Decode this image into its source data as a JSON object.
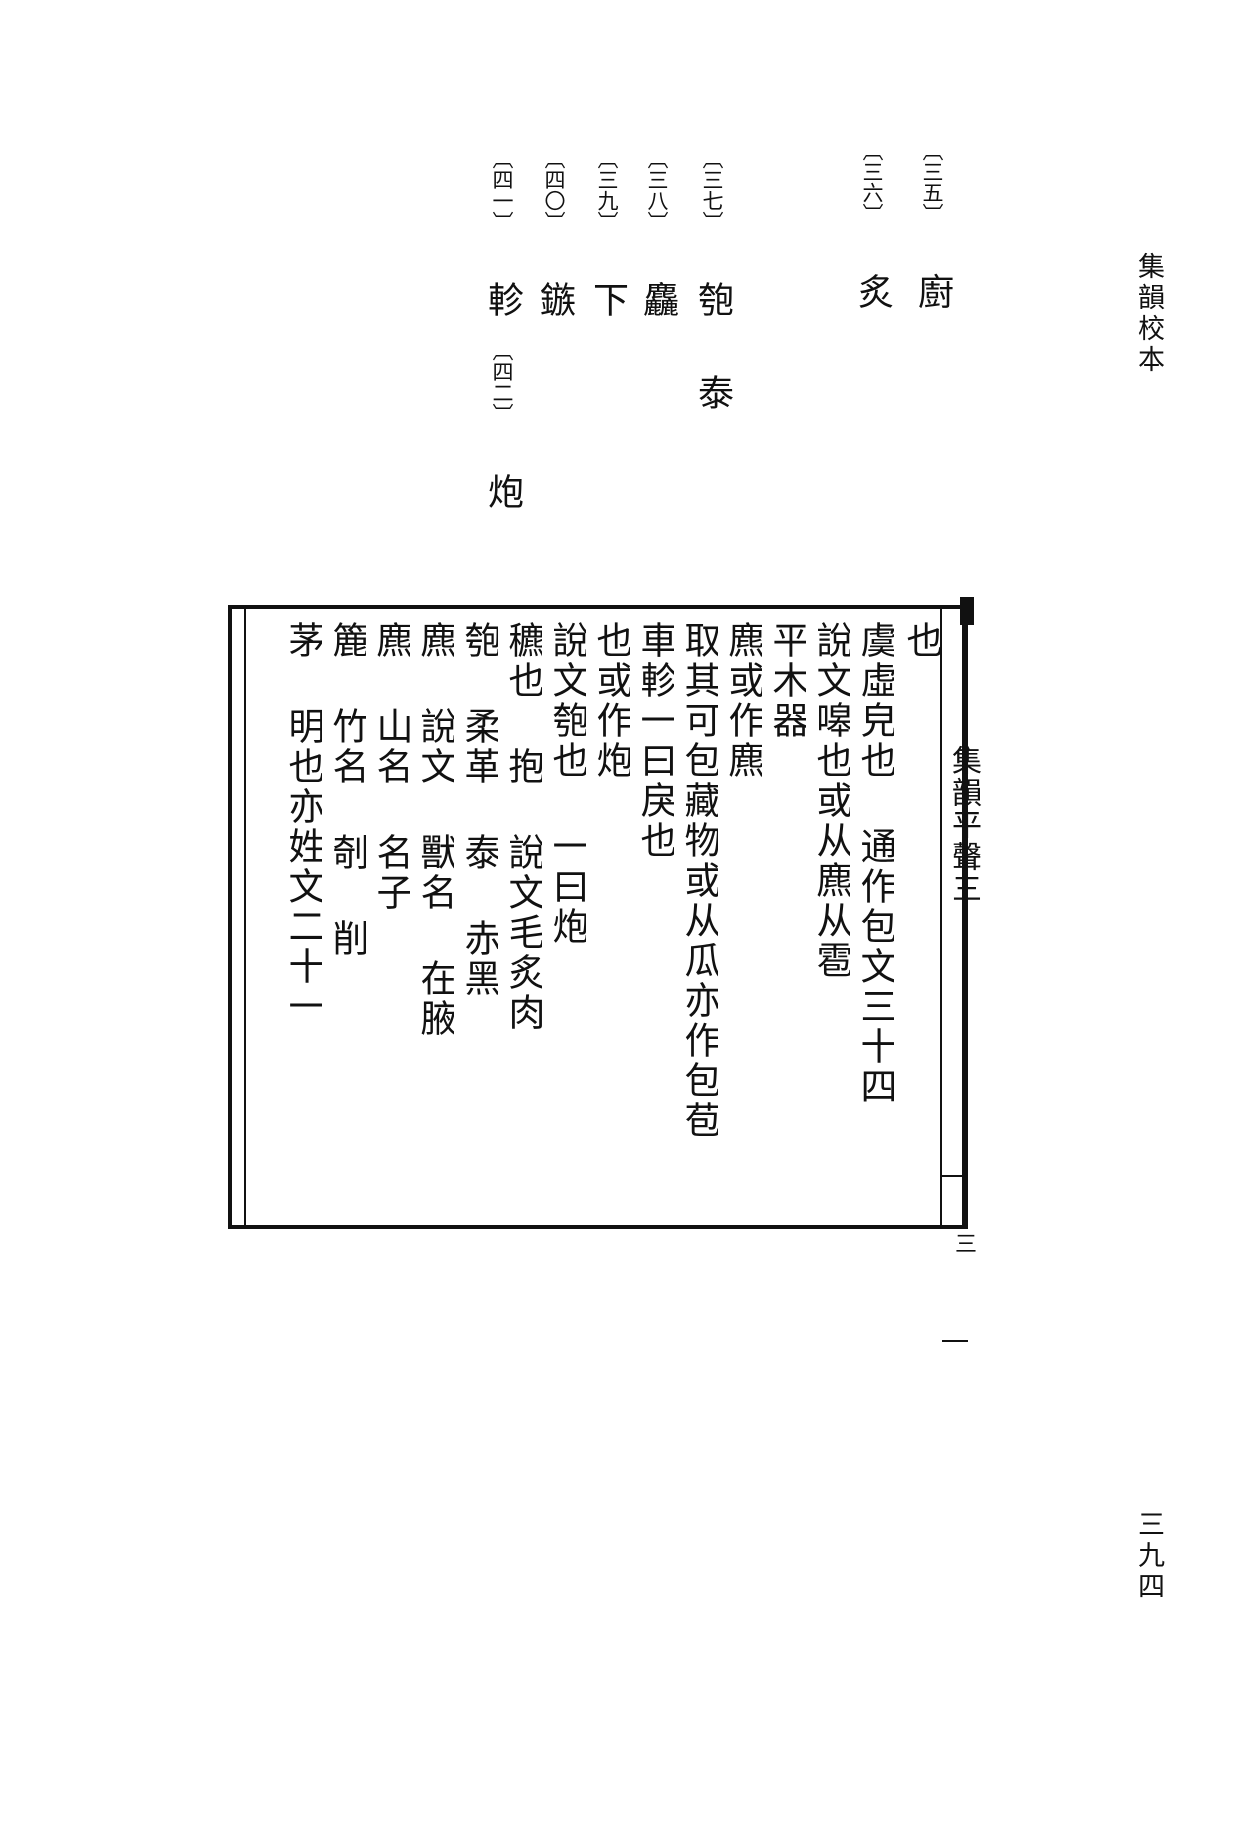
{
  "header": {
    "running_title": "集韻校本",
    "page_number": "三九四"
  },
  "notes": [
    {
      "num": "〔三五〕",
      "text": "廚"
    },
    {
      "num": "〔三六〕",
      "text": "炙"
    },
    {
      "num": "〔三七〕",
      "text": "匏 泰"
    },
    {
      "num": "〔三八〕",
      "text": "麤"
    },
    {
      "num": "〔三九〕",
      "text": "下"
    },
    {
      "num": "〔四〇〕",
      "text": "鏃"
    },
    {
      "num": "〔四一〕",
      "text": "軫"
    },
    {
      "num": "〔四二〕",
      "text": "炮"
    }
  ],
  "main": {
    "fold_label": "集韻平聲三",
    "fold_number": "三",
    "columns": [
      "也",
      "虞虛皃也 通作包文三十四",
      "說文嗥也或从麃从雹",
      "平木器",
      "麃或作麃",
      "取其可包藏物或从瓜亦作包苞",
      "車軫一曰戾也",
      "也或作炮",
      "說文匏也 一曰炮",
      "穮也 抱 說文毛炙肉",
      "匏 柔革 泰 赤黑",
      "麃 說文 獸名 在腋",
      "麃 山名 名子",
      "簏 竹名 剞 削",
      "茅 明也亦姓文二十一"
    ]
  }
}
